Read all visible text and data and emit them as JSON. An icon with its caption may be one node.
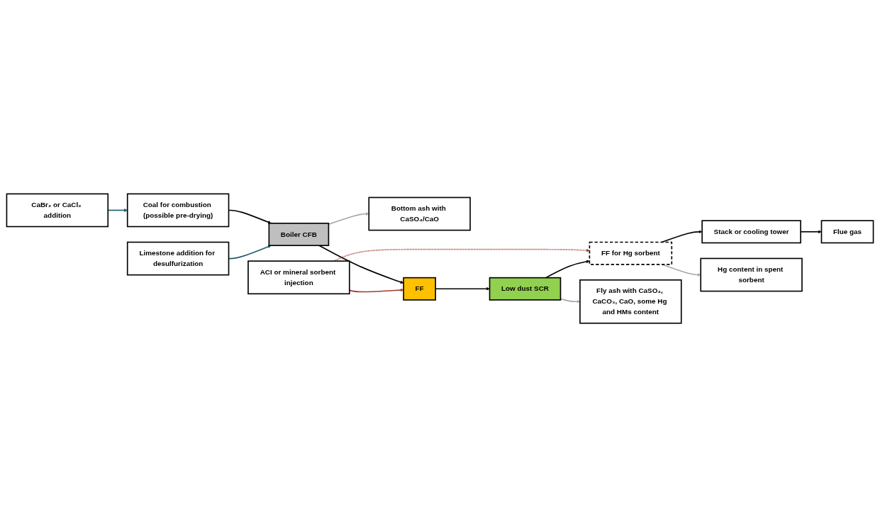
{
  "diagram": {
    "nodes": [
      {
        "text": [
          "CaBr₂ or CaCl₂ addition"
        ]
      },
      {
        "text": [
          "Bottom ash with CaSO₄/CaO"
        ]
      },
      {
        "text": [
          "ACI or mineral sorbent injection"
        ]
      },
      {
        "text": [
          "Flue gas"
        ]
      },
      {
        "text": [
          "Coal for combustion (possible pre-drying)"
        ]
      },
      {
        "text": [
          "Boiler CFB"
        ]
      },
      {
        "text": [
          "FF"
        ]
      },
      {
        "text": [
          "Low dust SCR"
        ]
      },
      {
        "text": [
          "FF for Hg sorbent"
        ]
      },
      {
        "text": [
          "Stack or cooling tower"
        ]
      },
      {
        "text": [
          "Limestone addition for desulfurization"
        ]
      },
      {
        "text": [
          "Fly ash with CaSO₄, CaCO₃, CaO, some Hg and HMs content"
        ]
      },
      {
        "text": [
          "Hg content in spent sorbent"
        ]
      }
    ],
    "edges": [
      {
        "from": 0,
        "to": 4,
        "arrow": "to",
        "color": "#1f5c6b"
      },
      {
        "from": 4,
        "to": 5,
        "arrow": "to"
      },
      {
        "from": 5,
        "to": 1,
        "arrow": "to",
        "color": "#a6a6a6"
      },
      {
        "from": 10,
        "to": 5,
        "arrow": "to",
        "color": "#1f5c6b"
      },
      {
        "from": 5,
        "to": 6,
        "arrow": "to"
      },
      {
        "from": 2,
        "to": 6,
        "arrow": "to",
        "color": "#a33b2e"
      },
      {
        "from": 2,
        "to": 8,
        "arrow": "to",
        "style": "dashed",
        "color": "#a33b2e"
      },
      {
        "from": 6,
        "to": 7,
        "arrow": "to"
      },
      {
        "from": 7,
        "to": 8,
        "arrow": "to"
      },
      {
        "from": 7,
        "to": 11,
        "arrow": "to",
        "color": "#a6a6a6"
      },
      {
        "from": 8,
        "to": 12,
        "arrow": "to",
        "color": "#a6a6a6"
      },
      {
        "from": 8,
        "to": 9,
        "arrow": "to"
      },
      {
        "from": 9,
        "to": 3,
        "arrow": "to"
      }
    ]
  }
}
